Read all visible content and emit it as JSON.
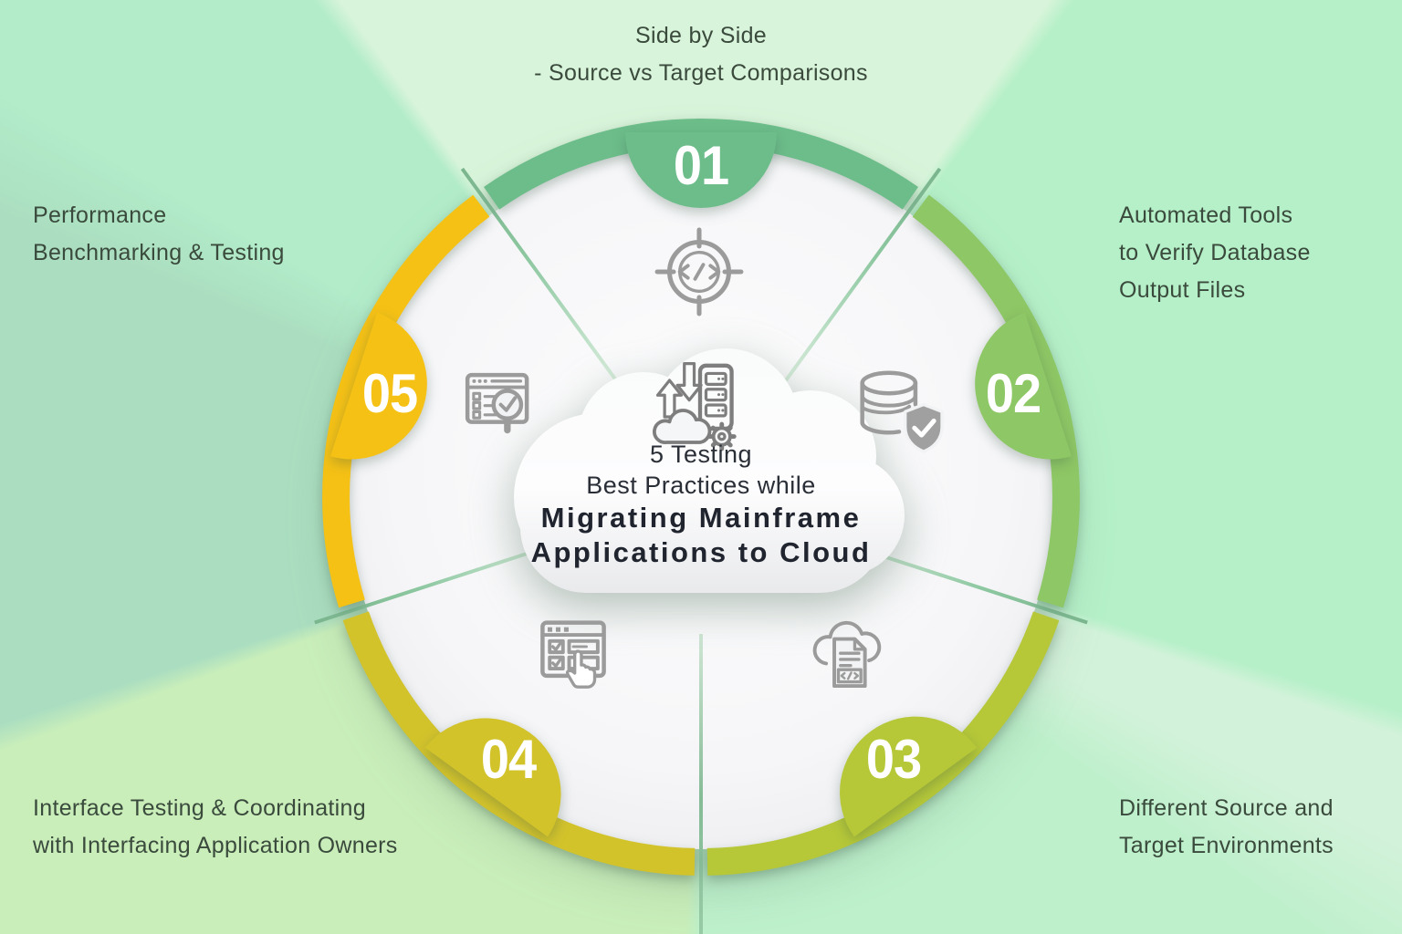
{
  "title": {
    "lines": [
      "5 Testing",
      "Best Practices while",
      "Migrating Mainframe",
      "Applications to Cloud"
    ]
  },
  "segments": [
    {
      "number": "01",
      "arc_color": "#6cbd8a",
      "icon": "code-target-icon",
      "label_lines": [
        "Side by Side",
        "- Source vs Target Comparisons"
      ]
    },
    {
      "number": "02",
      "arc_color": "#8ec765",
      "icon": "database-shield-icon",
      "label_lines": [
        "Automated Tools",
        "to Verify Database",
        "Output Files"
      ]
    },
    {
      "number": "03",
      "arc_color": "#b6c838",
      "icon": "cloud-code-file-icon",
      "label_lines": [
        "Different Source and",
        "Target Environments"
      ]
    },
    {
      "number": "04",
      "arc_color": "#d3c32b",
      "icon": "checklist-click-icon",
      "label_lines": [
        "Interface Testing & Coordinating",
        "with Interfacing Application Owners"
      ]
    },
    {
      "number": "05",
      "arc_color": "#f5c115",
      "icon": "report-search-icon",
      "label_lines": [
        "Performance",
        "Benchmarking & Testing"
      ]
    }
  ],
  "colors": {
    "background_mint": "#b5f0c8",
    "background_pale_green": "#d8f4da",
    "background_yellow_green": "#c9eeba",
    "background_gray_mint": "#abdec0",
    "label_text": "#3a4a3c",
    "title_text": "#20242e",
    "icon_gray": "#9b9b9b",
    "badge_number_text": "#ffffff"
  }
}
